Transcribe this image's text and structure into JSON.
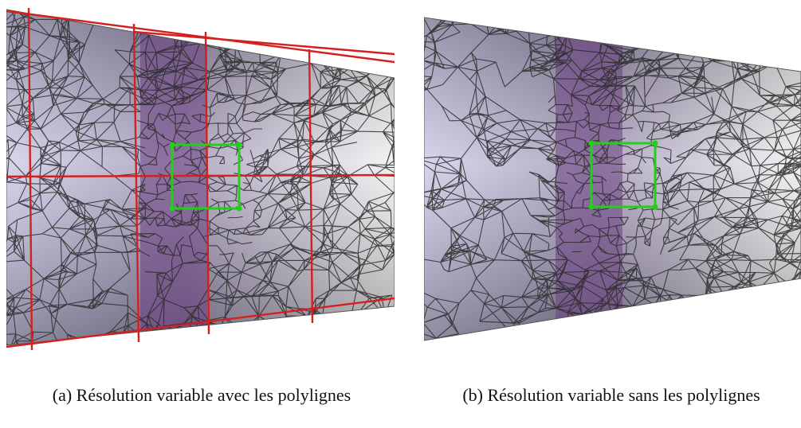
{
  "figures": [
    {
      "id": "a",
      "caption": "(a) Résolution variable avec les polylignes",
      "show_polylines": true
    },
    {
      "id": "b",
      "caption": "(b) Résolution variable sans les polylignes",
      "show_polylines": false
    }
  ],
  "colors": {
    "mesh_left": "#c9c8e6",
    "mesh_mid": "#9a8fb1",
    "mesh_right": "#efefef",
    "highlight_band": "#6b3f82",
    "wireframe": "#2b2b2b",
    "polyline": "#d32020",
    "selection": "#22d01a",
    "background": "#ffffff"
  },
  "icons": [
    "mesh-render",
    "selection-rectangle",
    "polyline-grid"
  ]
}
